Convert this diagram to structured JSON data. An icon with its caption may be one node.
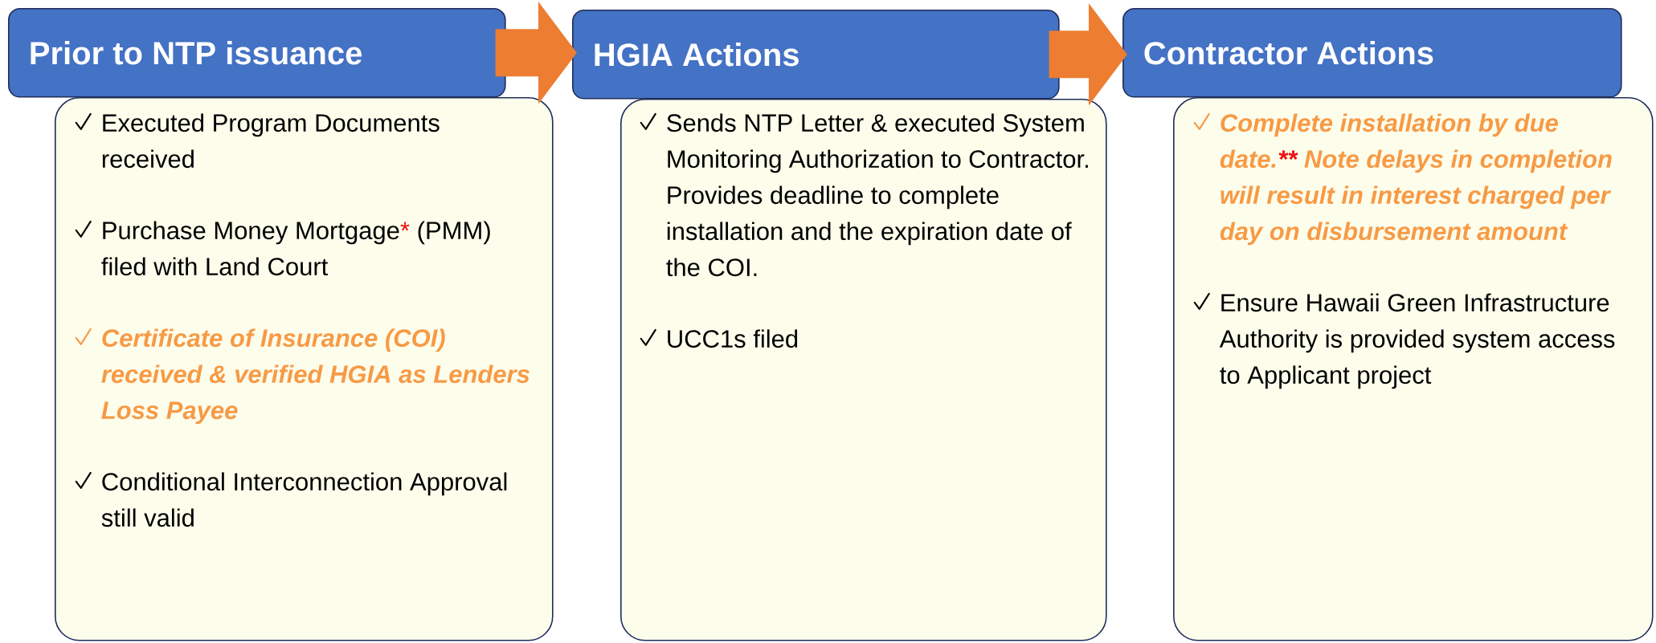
{
  "diagram": {
    "nodes": [
      {
        "text": [
          "Prior to NTP issuance"
        ]
      },
      {
        "text": [
          "Executed Program Documents received",
          "Purchase Money Mortgage",
          "*",
          "(PMM) filed with Land Court",
          "Certificate of Insurance (COI) received & verified HGIA as Lenders Loss Payee",
          "Conditional Interconnection Approval still valid"
        ]
      },
      {
        "text": [
          "HGIA Actions"
        ]
      },
      {
        "text": [
          "Sends NTP Letter & executed System Monitoring Authorization to Contractor.  Provides deadline to complete installation and the expiration date of the COI.",
          "UCC1s filed"
        ]
      },
      {
        "text": [
          "Contractor Actions"
        ]
      },
      {
        "text": [
          "Complete installation by due date.",
          "**",
          "Note delays in completion will result in interest charged per day on disbursement amount",
          "Ensure Hawaii Green Infrastructure Authority is provided system access to Applicant project"
        ]
      }
    ],
    "edges": [
      {
        "from": 0,
        "to": 2,
        "arrow": "to"
      },
      {
        "from": 2,
        "to": 4,
        "arrow": "to"
      }
    ]
  }
}
